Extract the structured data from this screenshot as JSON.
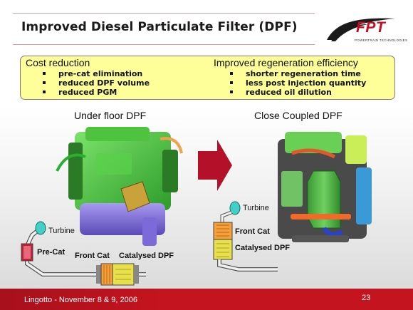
{
  "slide": {
    "title": "Improved Diesel Particulate Filter (DPF)",
    "logo": {
      "text": "FPT",
      "subtitle": "POWERTRAIN TECHNOLOGIES",
      "color": "#cc0a1e"
    },
    "cost_reduction": {
      "heading": "Cost reduction",
      "items": [
        "pre-cat elimination",
        "reduced DPF volume",
        "reduced PGM"
      ]
    },
    "regeneration": {
      "heading": "Improved regeneration efficiency",
      "items": [
        "shorter regeneration time",
        "less post injection quantity",
        "reduced oil dilution"
      ]
    },
    "left_section": {
      "heading": "Under floor DPF",
      "labels": {
        "turbine": "Turbine",
        "pre_cat": "Pre-Cat",
        "front_cat": "Front Cat",
        "catalysed_dpf": "Catalysed DPF"
      }
    },
    "right_section": {
      "heading": "Close Coupled DPF",
      "labels": {
        "turbine": "Turbine",
        "front_cat": "Front Cat",
        "catalysed_dpf": "Catalysed DPF"
      }
    },
    "colors": {
      "box_fill": "#ffff99",
      "footer": "#c4141f",
      "arrow": "#b5102a"
    },
    "footer": {
      "event": "Lingotto - November 8 & 9, 2006",
      "page_number": "23"
    }
  }
}
